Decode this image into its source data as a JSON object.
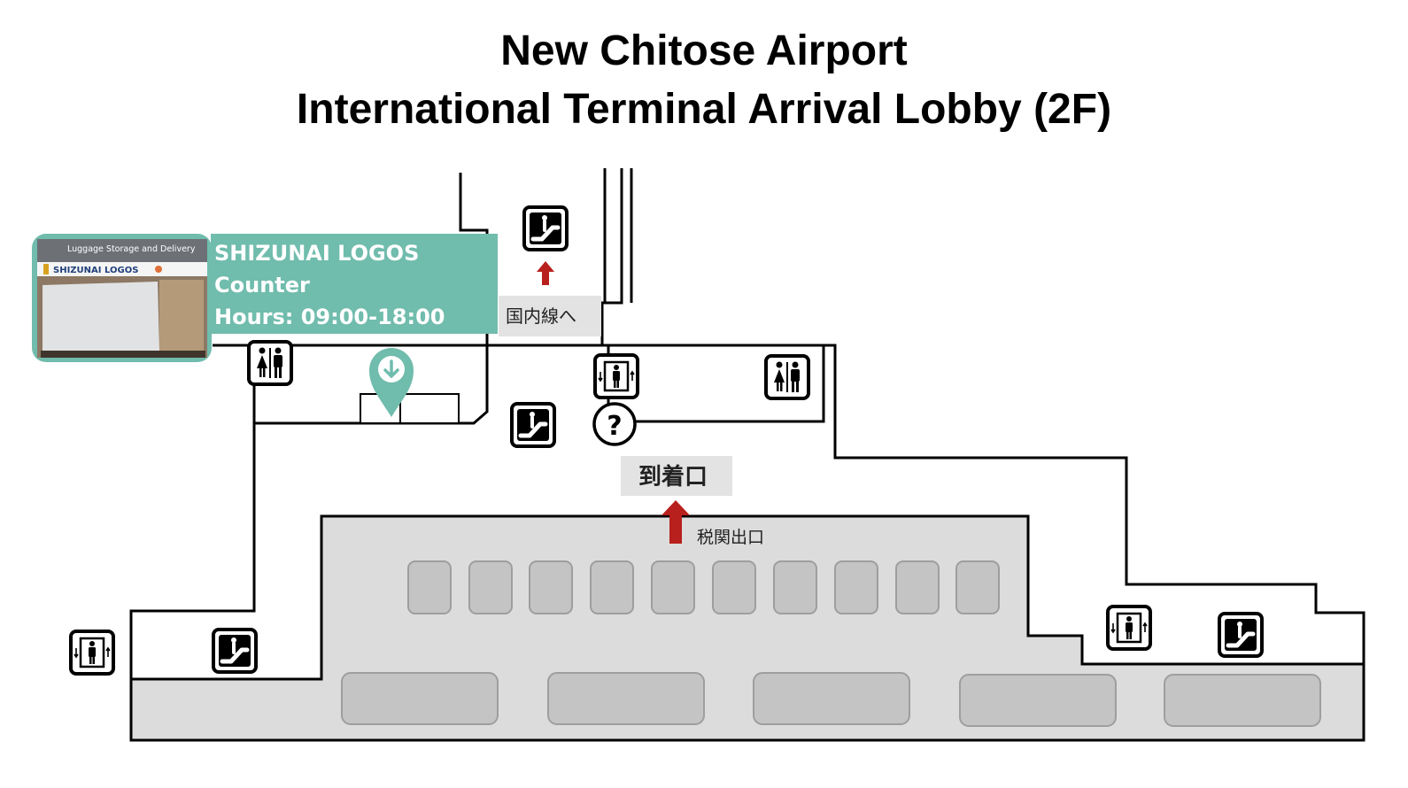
{
  "header": {
    "title_line1": "New Chitose Airport",
    "title_line2": "International Terminal Arrival Lobby (2F)"
  },
  "counter_info": {
    "name": "SHIZUNAI LOGOS",
    "type": "Counter",
    "hours": "Hours: 09:00-18:00",
    "accent_color": "#70bcad"
  },
  "photo": {
    "banner": "Luggage Storage and Delivery",
    "sign": "SHIZUNAI LOGOS"
  },
  "labels": {
    "domestic": "国内線へ",
    "arrival_gate": "到着口",
    "customs_exit": "税関出口"
  },
  "icons": [
    "escalator-icon",
    "restroom-icon",
    "elevator-icon",
    "information-icon",
    "location-pin-icon",
    "arrow-up-icon"
  ],
  "colors": {
    "arrow": "#b7201c",
    "floor_gray": "#dcdcdc",
    "carousel_gray": "#c4c4c4",
    "label_bg": "#e3e3e3"
  }
}
